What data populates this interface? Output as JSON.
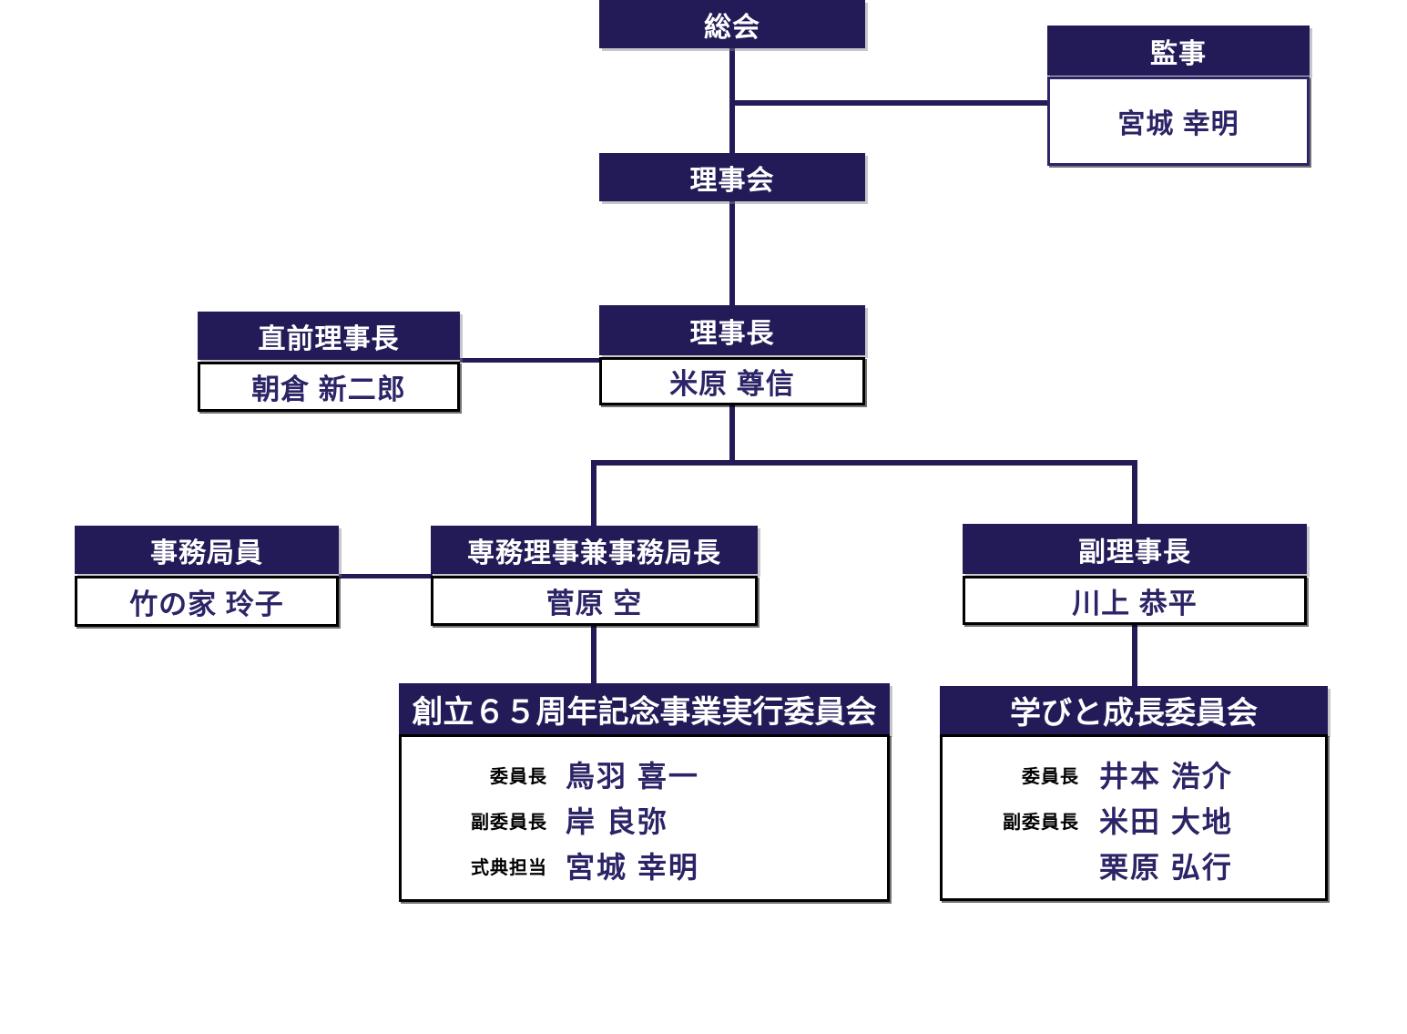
{
  "palette": {
    "navy": "#221b58",
    "name_text": "#2b2466",
    "role_text": "#000000",
    "box_bg": "#ffffff",
    "box_border": "#000000"
  },
  "nodes": {
    "general_meeting": {
      "title": "総会"
    },
    "auditor": {
      "title": "監事",
      "name": "宮城 幸明"
    },
    "board": {
      "title": "理事会"
    },
    "previous_president": {
      "title": "直前理事長",
      "name": "朝倉 新二郎"
    },
    "president": {
      "title": "理事長",
      "name": "米原 尊信"
    },
    "secretariat_staff": {
      "title": "事務局員",
      "name": "竹の家 玲子"
    },
    "managing_director": {
      "title": "専務理事兼事務局長",
      "name": "菅原 空"
    },
    "vice_president": {
      "title": "副理事長",
      "name": "川上 恭平"
    },
    "committee_65th": {
      "title": "創立６５周年記念事業実行委員会",
      "members": [
        {
          "role": "委員長",
          "name": "鳥羽 喜一"
        },
        {
          "role": "副委員長",
          "name": "岸 良弥"
        },
        {
          "role": "式典担当",
          "name": "宮城 幸明"
        }
      ]
    },
    "committee_learning": {
      "title": "学びと成長委員会",
      "members": [
        {
          "role": "委員長",
          "name": "井本 浩介"
        },
        {
          "role": "副委員長",
          "name": "米田 大地"
        },
        {
          "role": "",
          "name": "栗原 弘行"
        }
      ]
    }
  }
}
